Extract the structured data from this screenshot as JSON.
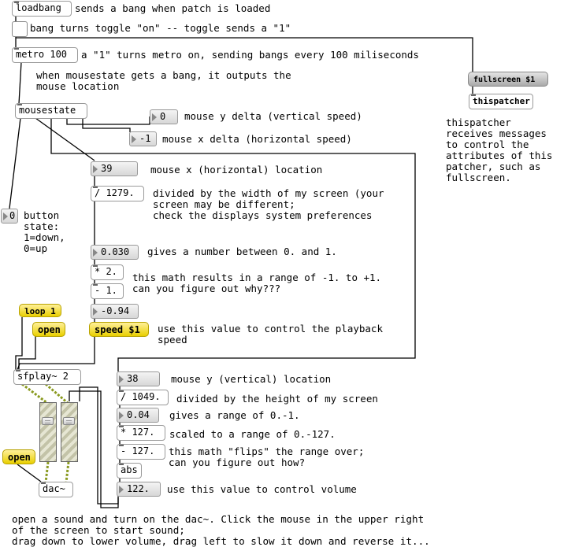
{
  "objects": {
    "loadbang": "loadbang",
    "metro": "metro 100",
    "mousestate": "mousestate",
    "thispatcher": "thispatcher",
    "sfplay": "sfplay~ 2",
    "dac": "dac~",
    "div_x": "/ 1279.",
    "mul2": "* 2.",
    "sub1": "- 1.",
    "div_y": "/ 1049.",
    "mul127": "* 127.",
    "sub127": "- 127.",
    "abs": "abs"
  },
  "numbers": {
    "button_state": "0",
    "y_delta": "0",
    "x_delta": "-1",
    "mouse_x": "39",
    "x_normalized": "0.030",
    "speed_result": "-0.94",
    "mouse_y": "38",
    "y_normalized": "0.04",
    "volume_result": "122."
  },
  "messages": {
    "fullscreen": "fullscreen $1",
    "loop": "loop 1",
    "open_top": "open",
    "speed": "speed $1",
    "open_bottom": "open"
  },
  "comments": {
    "loadbang": "sends a bang when patch is loaded",
    "toggle": "bang turns toggle \"on\" -- toggle sends a \"1\"",
    "metro": "a \"1\" turns metro on, sending bangs every 100 miliseconds",
    "mousestate": "when mousestate gets a bang, it outputs the\nmouse location",
    "y_delta": "mouse y delta (vertical speed)",
    "x_delta": "mouse x delta (horizontal speed)",
    "thispatcher": "thispatcher\nreceives messages\nto control the\nattributes of this\npatcher, such as\nfullscreen.",
    "button": "button\nstate:\n1=down,\n0=up",
    "mouse_x": "mouse x (horizontal) location",
    "div_x": "divided by the width of my screen (your\nscreen may be different;\ncheck the displays system preferences",
    "x_norm": "gives a number between 0. and 1.",
    "math": "this math results in a range of -1. to +1.\ncan you figure out why???",
    "speed": "use this value to control the playback\nspeed",
    "mouse_y": "mouse y (vertical) location",
    "div_y": "divided by the height of my screen",
    "y_norm": "gives a range of 0.-1.",
    "scaled": "scaled to a range of 0.-127.",
    "flip": "this math \"flips\" the range over;\ncan you figure out how?",
    "volume": "use this value to control volume",
    "instructions": "open a sound and turn on the dac~. Click the mouse in the upper right\nof the screen to start sound;\ndrag down to lower volume, drag left to slow it down and reverse it..."
  },
  "colors": {
    "message_yellow": "#e9cf00",
    "wire": "#000000",
    "signal_wire": "#8a9a20"
  }
}
